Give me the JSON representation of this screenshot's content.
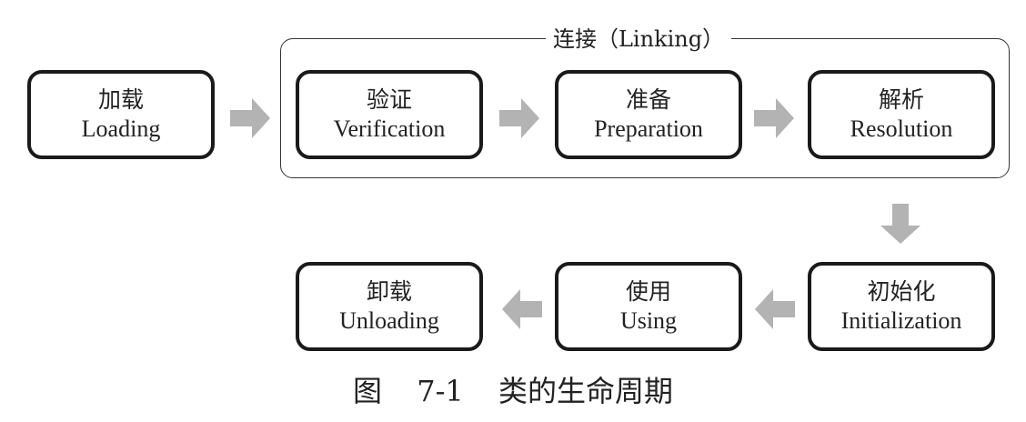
{
  "group": {
    "label": "连接（Linking）"
  },
  "stages": {
    "loading": {
      "zh": "加载",
      "en": "Loading"
    },
    "verification": {
      "zh": "验证",
      "en": "Verification"
    },
    "preparation": {
      "zh": "准备",
      "en": "Preparation"
    },
    "resolution": {
      "zh": "解析",
      "en": "Resolution"
    },
    "initialization": {
      "zh": "初始化",
      "en": "Initialization"
    },
    "using": {
      "zh": "使用",
      "en": "Using"
    },
    "unloading": {
      "zh": "卸载",
      "en": "Unloading"
    }
  },
  "caption": {
    "prefix": "图",
    "number": "7-1",
    "title": "类的生命周期"
  },
  "colors": {
    "arrow": "#b3b3b3",
    "border": "#1a1a1a"
  }
}
